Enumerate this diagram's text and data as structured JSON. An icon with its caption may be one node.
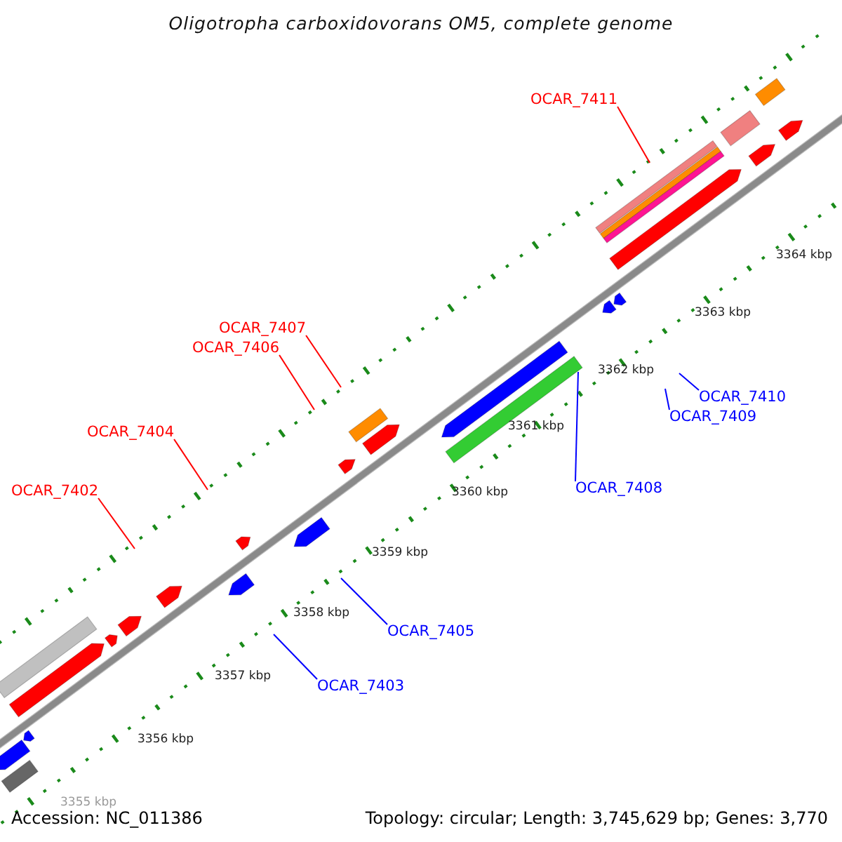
{
  "diagram": {
    "title": "Oligotropha carboxidovorans OM5, complete genome",
    "nodes": [
      {
        "text": [
          "OCAR_7411"
        ]
      },
      {
        "text": [
          "OCAR_7407"
        ]
      },
      {
        "text": [
          "OCAR_7406"
        ]
      },
      {
        "text": [
          "OCAR_7410"
        ]
      },
      {
        "text": [
          "OCAR_7409"
        ]
      },
      {
        "text": [
          "OCAR_7404"
        ]
      },
      {
        "text": [
          "OCAR_7408"
        ]
      },
      {
        "text": [
          "OCAR_7402"
        ]
      },
      {
        "text": [
          "OCAR_7405"
        ]
      },
      {
        "text": [
          "OCAR_7403"
        ]
      },
      {
        "text": [],
        "shape": "bar"
      }
    ],
    "edges": [
      {
        "from": 0,
        "to": null,
        "arrow": "none",
        "color": "#ff0000"
      },
      {
        "from": 1,
        "to": null,
        "arrow": "none",
        "color": "#ff0000"
      },
      {
        "from": 2,
        "to": null,
        "arrow": "none",
        "color": "#ff0000"
      },
      {
        "from": 3,
        "to": null,
        "arrow": "none",
        "color": "#0000ff"
      },
      {
        "from": 4,
        "to": null,
        "arrow": "none",
        "color": "#0000ff"
      },
      {
        "from": 5,
        "to": null,
        "arrow": "none",
        "color": "#ff0000"
      },
      {
        "from": 6,
        "to": 10,
        "arrow": "none",
        "color": "#0000ff"
      },
      {
        "from": 7,
        "to": null,
        "arrow": "none",
        "color": "#ff0000"
      },
      {
        "from": 8,
        "to": null,
        "arrow": "none",
        "color": "#0000ff"
      },
      {
        "from": 9,
        "to": null,
        "arrow": "none",
        "color": "#0000ff"
      }
    ],
    "labels": [
      "3364 kbp",
      "3363 kbp",
      "3362 kbp",
      "3361 kbp",
      "3360 kbp",
      "3359 kbp",
      "3358 kbp",
      "3357 kbp",
      "3356 kbp",
      "3355 kbp",
      "Accession: NC_011386",
      "Topology: circular; Length: 3,745,629 bp; Genes: 3,770"
    ]
  }
}
